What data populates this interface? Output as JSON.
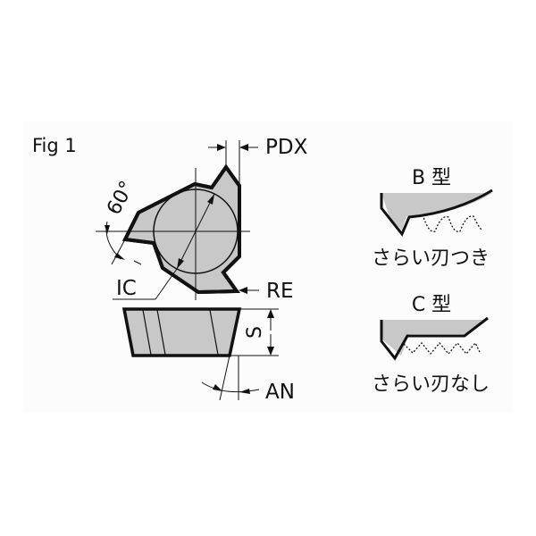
{
  "figure": {
    "title": "Fig 1",
    "labels": {
      "pdx": "PDX",
      "angle": "60°",
      "ic": "IC",
      "re": "RE",
      "s": "S",
      "an": "AN"
    }
  },
  "variants": [
    {
      "type_label": "B 型",
      "caption": "さらい刃つき"
    },
    {
      "type_label": "C 型",
      "caption": "さらい刃なし"
    }
  ],
  "colors": {
    "fill": "#c8c8c8",
    "stroke": "#111111",
    "panel_bg": "#fcfcfc"
  }
}
